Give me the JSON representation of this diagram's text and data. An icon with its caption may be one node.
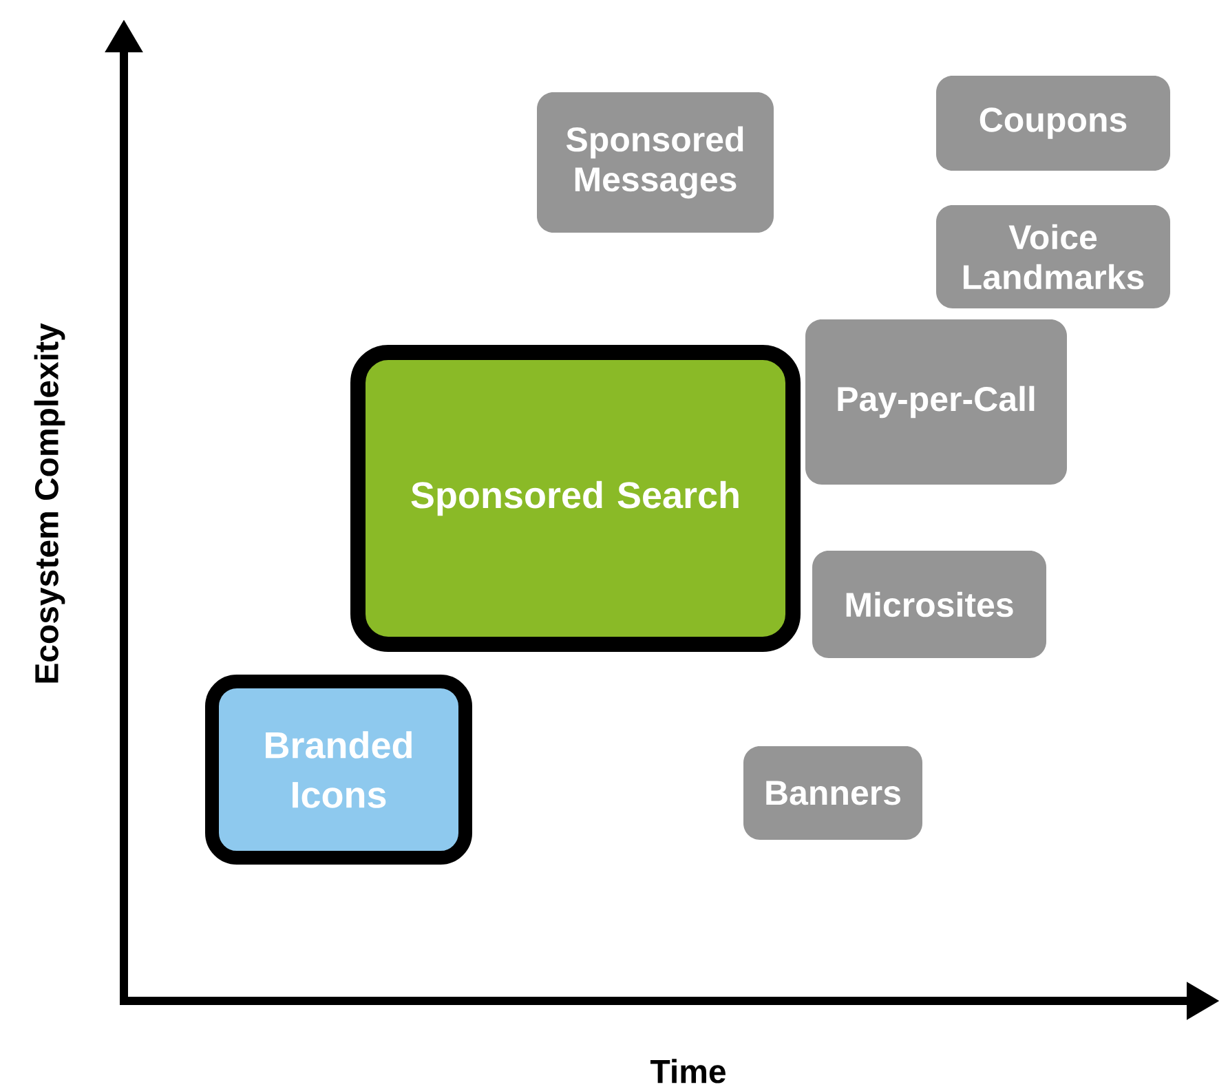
{
  "diagram": {
    "nodes": [
      {
        "text": [
          "Sponsored Messages"
        ]
      },
      {
        "text": [
          "Coupons"
        ]
      },
      {
        "text": [
          "Voice Landmarks"
        ]
      },
      {
        "text": [
          "Pay-per-Call"
        ]
      },
      {
        "text": [
          "Sponsored Search"
        ]
      },
      {
        "text": [
          "Microsites"
        ]
      },
      {
        "text": [
          "Branded Icons"
        ]
      },
      {
        "text": [
          "Banners"
        ]
      }
    ],
    "edges": [],
    "labels": [
      "Ecosystem Complexity",
      "Time"
    ]
  }
}
